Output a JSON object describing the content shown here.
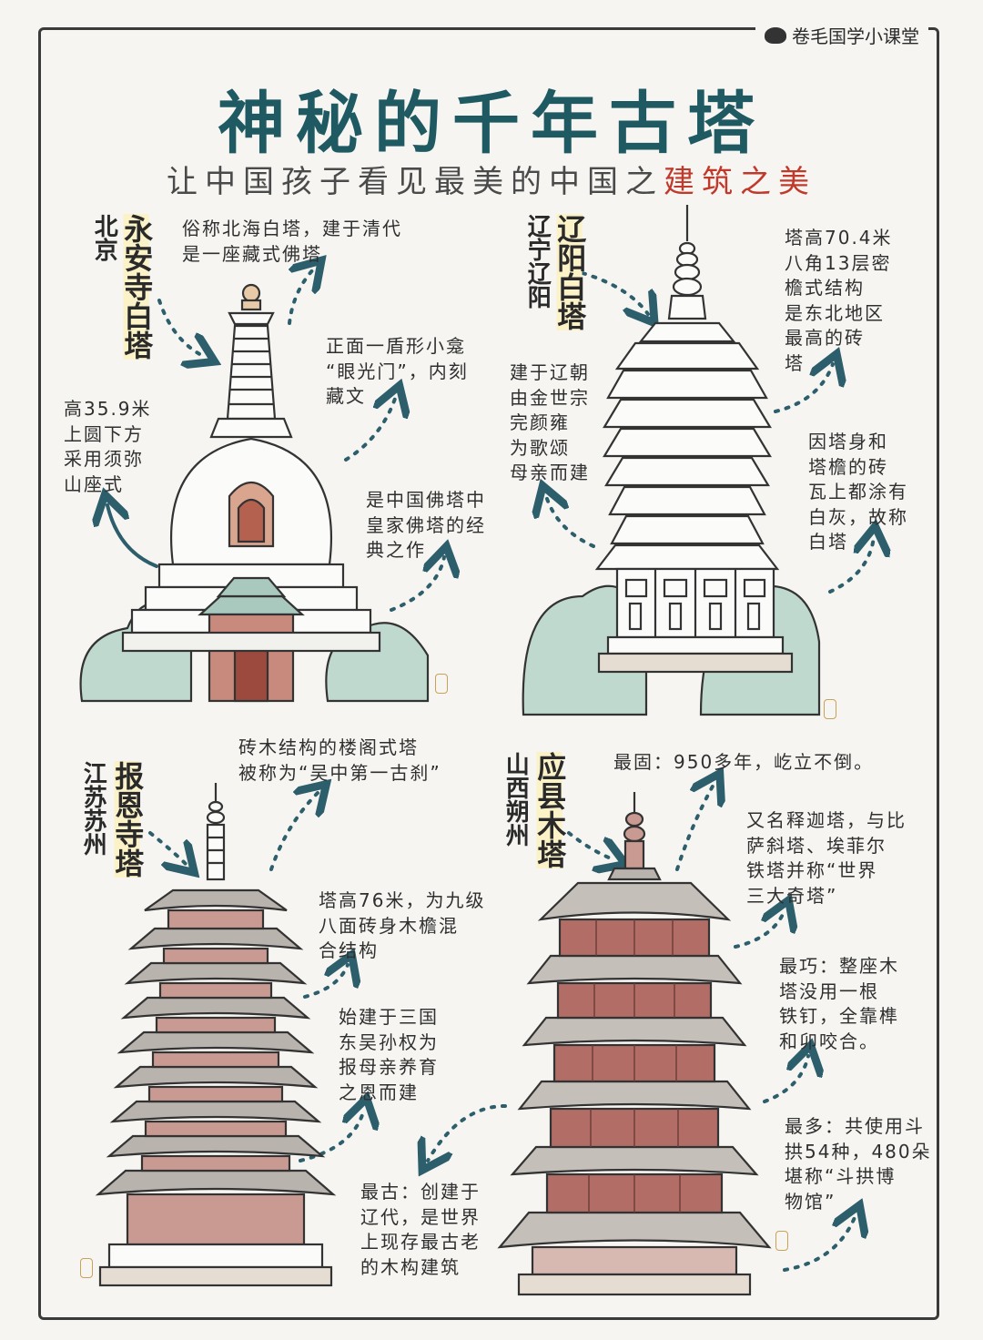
{
  "brand": {
    "icon": "mascot-logo-icon",
    "text": "卷毛国学小课堂"
  },
  "title": "神秘的千年古塔",
  "subtitle": {
    "main": "让中国孩子看见最美的中国之",
    "highlight": "建筑之美"
  },
  "colors": {
    "title": "#1f5a63",
    "highlight": "#c0392b",
    "arrow": "#2d5e6b",
    "highlighter": "#fbf3c7"
  },
  "pagodas": [
    {
      "location": "北京",
      "name": "永安寺白塔",
      "notes": {
        "top": "俗称北海白塔，建于清代\n是一座藏式佛塔",
        "left": "高35.9米\n上圆下方\n采用须弥\n山座式",
        "mid": "正面一盾形小龛\n“眼光门”，内刻\n藏文",
        "bottom": "是中国佛塔中\n皇家佛塔的经\n典之作"
      }
    },
    {
      "location": "辽宁辽阳",
      "name": "辽阳白塔",
      "notes": {
        "top": "塔高70.4米\n八角13层密\n檐式结构\n是东北地区\n最高的砖\n塔",
        "left": "建于辽朝\n由金世宗\n完颜雍\n为歌颂\n母亲而建",
        "bottom": "因塔身和\n塔檐的砖\n瓦上都涂有\n白灰，故称\n白塔"
      }
    },
    {
      "location": "江苏苏州",
      "name": "报恩寺塔",
      "notes": {
        "top": "砖木结构的楼阁式塔\n被称为“吴中第一古刹”",
        "mid": "塔高76米，为九级\n八面砖身木檐混\n合结构",
        "bottom": "始建于三国\n东吴孙权为\n报母亲养育\n之恩而建"
      }
    },
    {
      "location": "山西朔州",
      "name": "应县木塔",
      "notes": {
        "top": "最固：950多年，屹立不倒。",
        "mid1": "又名释迦塔，与比\n萨斜塔、埃菲尔\n铁塔并称“世界\n三大奇塔”",
        "mid2": "最巧：整座木\n塔没用一根\n铁钉，全靠榫\n和卯咬合。",
        "bottom_right": "最多：共使用斗\n拱54种，480朵\n堪称“斗拱博\n物馆”",
        "bottom_left": "最古：创建于\n辽代，是世界\n上现存最古老\n的木构建筑"
      }
    }
  ]
}
